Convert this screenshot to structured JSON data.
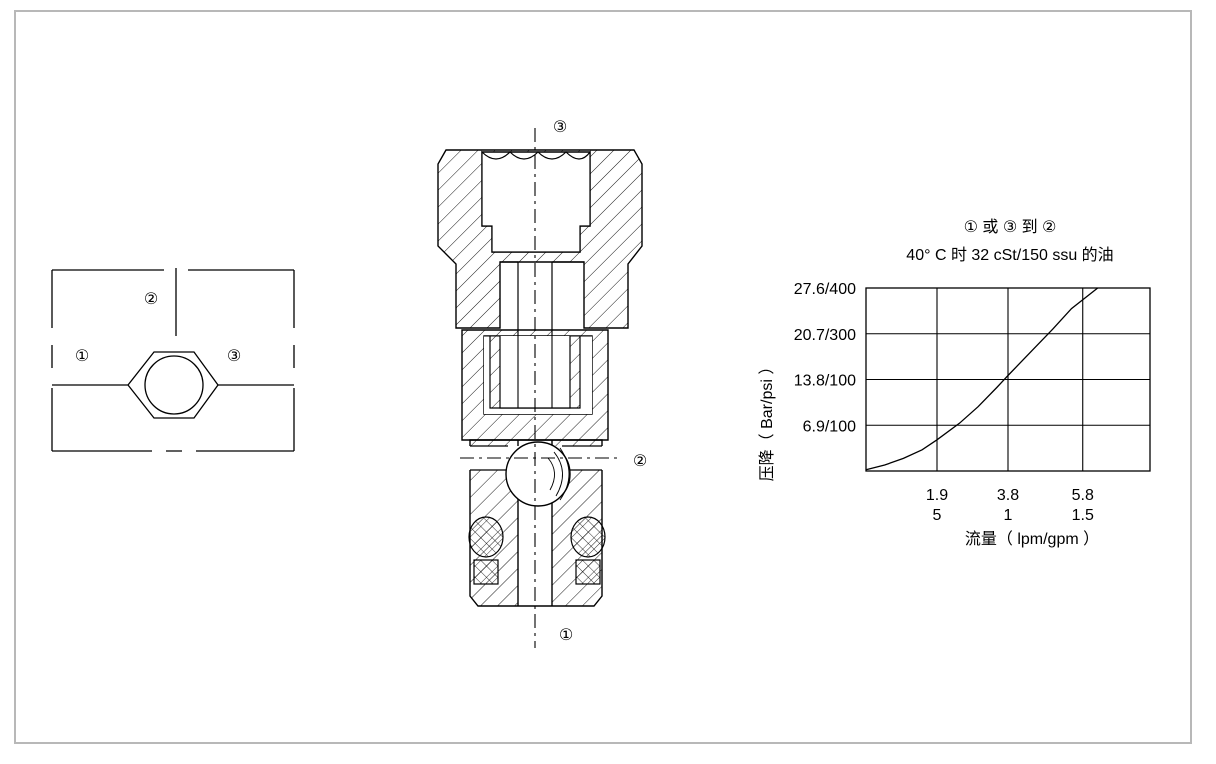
{
  "symbol": {
    "port2": "②",
    "port1": "①",
    "port3": "③"
  },
  "section": {
    "port3": "③",
    "port2": "②",
    "port1": "①"
  },
  "chart_data": {
    "type": "line",
    "title": "① 或 ③ 到 ②",
    "subtitle": "40° C 时 32 cSt/150 ssu 的油",
    "xlabel": "流量（ lpm/gpm ）",
    "ylabel": "压降（ Bar/psi ）",
    "x_tick_labels_lpm": [
      "1.9",
      "3.8",
      "5.8"
    ],
    "x_tick_labels_gpm": [
      "5",
      "1",
      "1.5"
    ],
    "y_tick_labels": [
      "6.9/100",
      "13.8/100",
      "20.7/300",
      "27.6/400"
    ],
    "xlim_lpm": [
      0,
      7.6
    ],
    "ylim_bar": [
      0,
      27.6
    ],
    "grid": true,
    "series": [
      {
        "x": [
          0,
          0.5,
          1.0,
          1.5,
          1.9,
          2.5,
          3.0,
          3.5,
          3.8,
          4.5,
          5.0,
          5.5,
          6.2
        ],
        "y": [
          0.2,
          0.9,
          1.9,
          3.2,
          4.7,
          7.2,
          9.7,
          12.6,
          14.4,
          18.5,
          21.4,
          24.5,
          27.6
        ]
      }
    ]
  }
}
